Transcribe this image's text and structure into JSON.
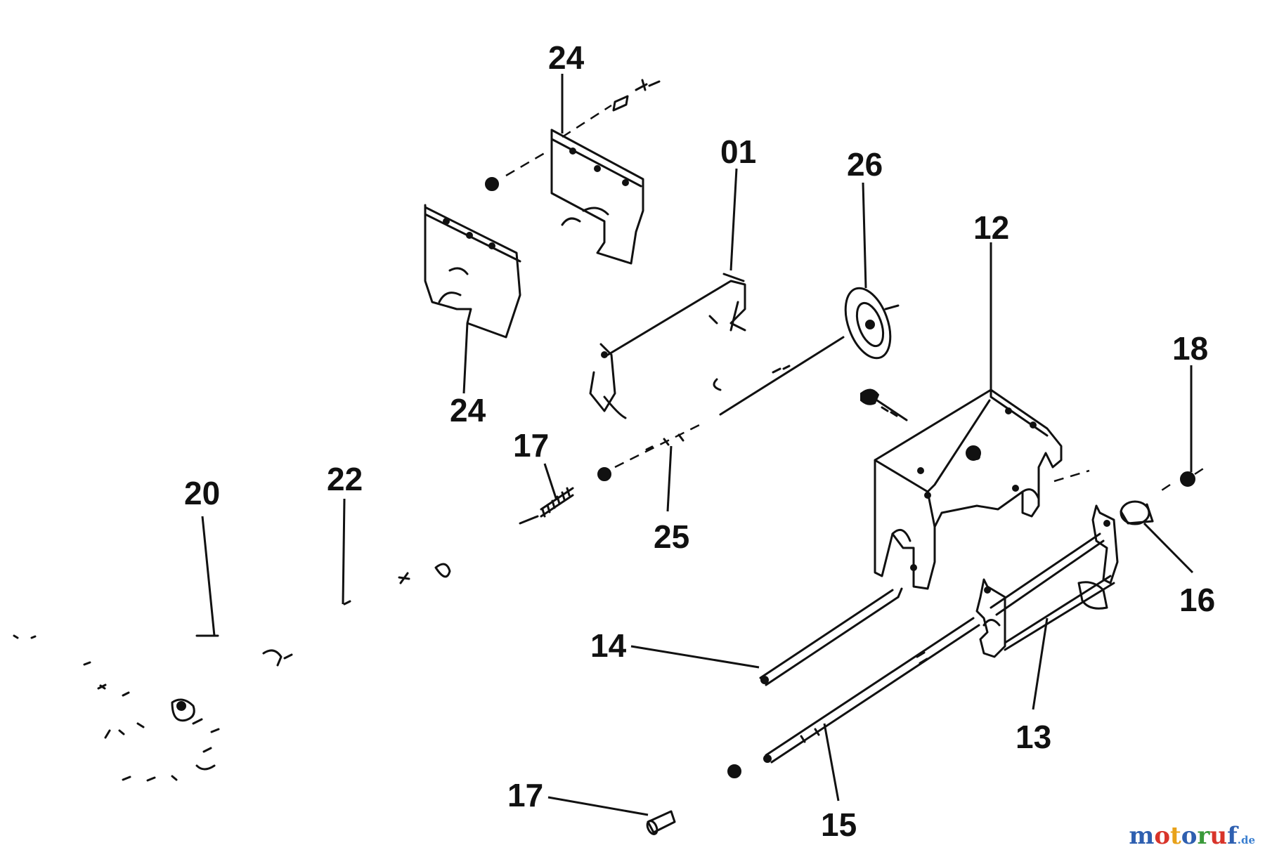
{
  "diagram": {
    "callouts": {
      "c24a": "24",
      "c24b": "24",
      "c01": "01",
      "c26": "26",
      "c12": "12",
      "c18": "18",
      "c17a": "17",
      "c25": "25",
      "c20": "20",
      "c22": "22",
      "c16": "16",
      "c14": "14",
      "c13": "13",
      "c15": "15",
      "c17b": "17"
    }
  },
  "watermark": {
    "letters": [
      "m",
      "o",
      "t",
      "o",
      "r",
      "u",
      "f"
    ],
    "letter_colors": [
      "#2e5fb0",
      "#d8342a",
      "#e8a21a",
      "#2e5fb0",
      "#3a9a3a",
      "#d8342a",
      "#2e5fb0"
    ],
    "suffix": ".de"
  }
}
